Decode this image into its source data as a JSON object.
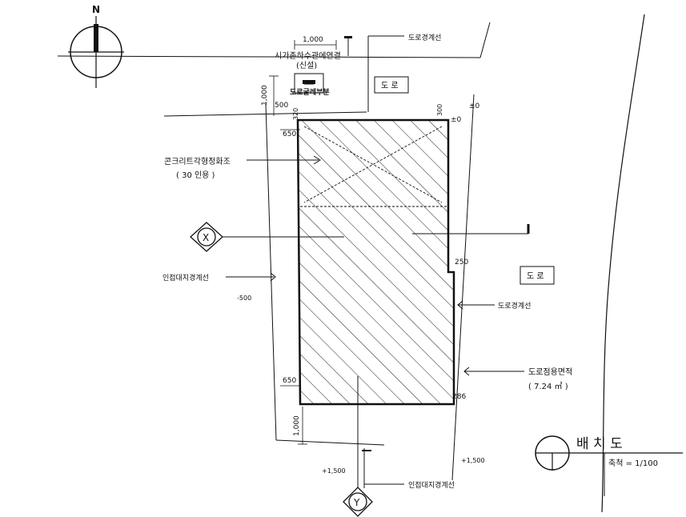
{
  "north": "N",
  "labels": {
    "road_boundary_top": "도로경계선",
    "sewer_connection": "시가존하수관에연결",
    "sewer_new": "(신설)",
    "road_top": "도 로",
    "road_right": "도 로",
    "road_curb": "도로굴레부분",
    "septic_tank": "콘크리트각형정화조",
    "septic_capacity": "( 30 인용 )",
    "adjacent_boundary_left": "인접대지경계선",
    "road_boundary_right": "도로경계선",
    "road_area": "도로점용면적",
    "road_area_value": "( 7.24 ㎡ )",
    "adjacent_boundary_bottom": "인접대지경계선"
  },
  "section_markers": {
    "x": "X",
    "y": "Y"
  },
  "dimensions": {
    "top_width": "1,000",
    "left_height": "1,000",
    "offset_500": "500",
    "d320": "320",
    "d300": "300",
    "pm0_a": "±0",
    "pm0_b": "±0",
    "d650_top": "650",
    "d650_bottom": "650",
    "d250": "250",
    "d286": "286",
    "m500": "-500",
    "bottom_height": "1,000",
    "p1500_left": "+1,500",
    "p1500_right": "+1,500"
  },
  "title": {
    "text": "배  치  도",
    "scale": "축척 = 1/100"
  }
}
